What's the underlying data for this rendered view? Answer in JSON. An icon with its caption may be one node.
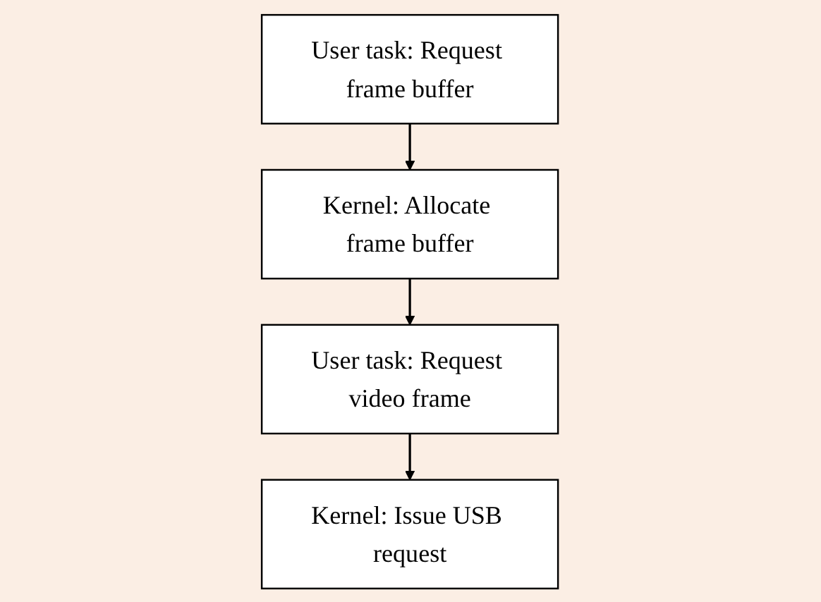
{
  "diagram": {
    "nodes": [
      {
        "text": [
          "User task: Request frame buffer"
        ]
      },
      {
        "text": [
          "Kernel: Allocate frame buffer"
        ]
      },
      {
        "text": [
          "User task: Request video frame"
        ]
      },
      {
        "text": [
          "Kernel: Issue USB request"
        ]
      }
    ],
    "edges": [
      {
        "from": 0,
        "to": 1,
        "arrow": "to"
      },
      {
        "from": 1,
        "to": 2,
        "arrow": "to"
      },
      {
        "from": 2,
        "to": 3,
        "arrow": "to"
      }
    ]
  }
}
